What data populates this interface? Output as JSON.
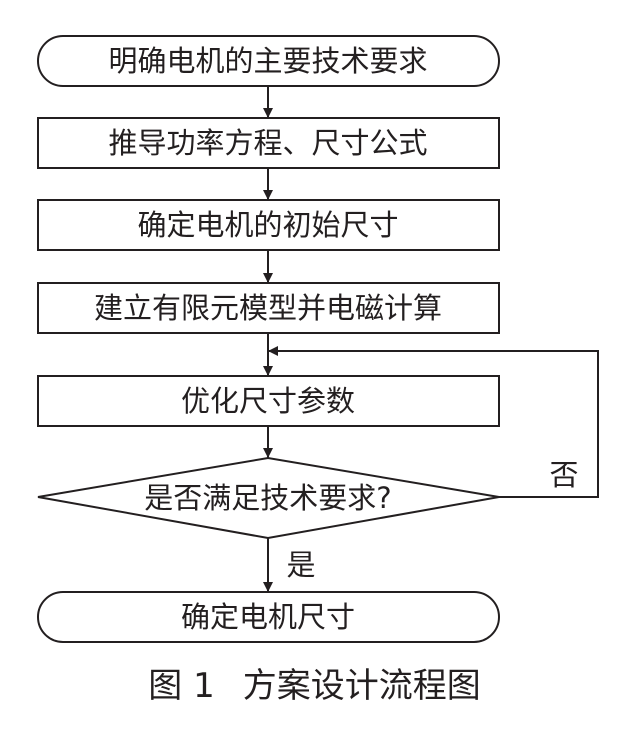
{
  "flowchart": {
    "start": "明确电机的主要技术要求",
    "step1": "推导功率方程、尺寸公式",
    "step2": "确定电机的初始尺寸",
    "step3": "建立有限元模型并电磁计算",
    "step4": "优化尺寸参数",
    "decision": "是否满足技术要求?",
    "no_label": "否",
    "yes_label": "是",
    "end": "确定电机尺寸"
  },
  "caption": {
    "number": "图 1",
    "title": "方案设计流程图"
  }
}
